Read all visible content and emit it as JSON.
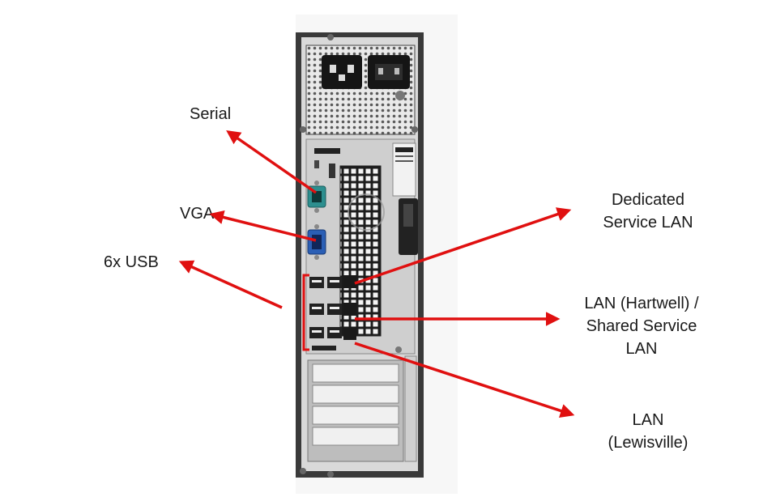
{
  "labels": {
    "serial": "Serial",
    "vga": "VGA",
    "usb": "6x USB",
    "dedicated_lan": [
      "Dedicated",
      "Service LAN"
    ],
    "shared_lan": [
      "LAN (Hartwell) /",
      "Shared Service",
      "LAN"
    ],
    "lewisville_lan": [
      "LAN",
      "(Lewisville)"
    ]
  },
  "colors": {
    "arrow": "#e01010",
    "chassis": "#3a3a3a",
    "panel": "#d9d9d9"
  }
}
